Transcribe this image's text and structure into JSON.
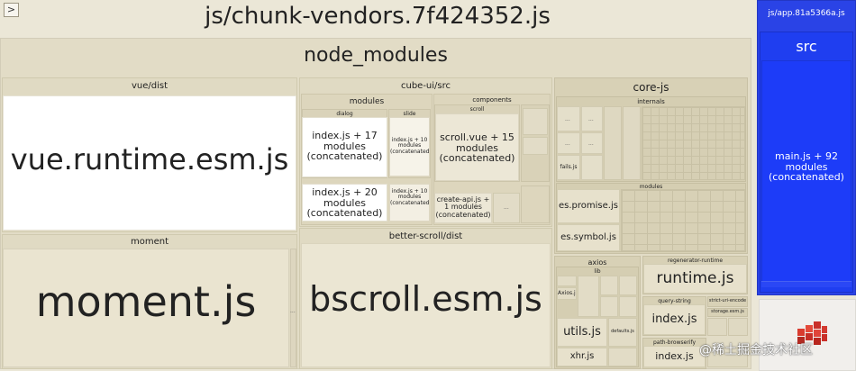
{
  "chunk_vendors": {
    "title": "js/chunk-vendors.7f424352.js",
    "expand_label": ">",
    "node_modules_label": "node_modules",
    "vue_dist": {
      "label": "vue/dist",
      "file": "vue.runtime.esm.js"
    },
    "moment_group": {
      "label": "moment",
      "file": "moment.js"
    },
    "cube_ui": {
      "label": "cube-ui/src",
      "modules_label": "modules",
      "dialog_label": "dialog",
      "slide_label": "slide",
      "dialog_index": "index.js + 17\nmodules\n(concatenated)",
      "slide_index": "index.js + 10\nmodules\n(concatenated)",
      "lower_index": "index.js + 20\nmodules\n(concatenated)",
      "lower_small_index": "index.js + 10\nmodules\n(concatenated)",
      "components_label": "components",
      "scroll_label": "scroll",
      "scroll_vue": "scroll.vue + 15\nmodules\n(concatenated)",
      "create_api": "create-api.js +\n1 modules\n(concatenated)"
    },
    "better_scroll": {
      "label": "better-scroll/dist",
      "file": "bscroll.esm.js"
    },
    "core_js": {
      "label": "core-js",
      "internals_label": "internals",
      "modules_label": "modules",
      "es_promise": "es.promise.js",
      "es_symbol": "es.symbol.js",
      "fails": "fails.js"
    },
    "axios": {
      "label": "axios",
      "lib_label": "lib",
      "axios_file": "Axios.js",
      "utils": "utils.js",
      "xhr": "xhr.js",
      "defaults": "defaults.js"
    },
    "regenerator": {
      "label": "regenerator-runtime",
      "file": "runtime.js"
    },
    "query_string": {
      "label": "query-string",
      "file": "index.js"
    },
    "path_browserify": {
      "label": "path-browserify",
      "file": "index.js"
    },
    "misc_small": {
      "strict_uri": "strict-uri-encode",
      "storage": "storage.esm.js"
    }
  },
  "app_chunk": {
    "title": "js/app.81a5366a.js",
    "src_label": "src",
    "main": "main.js + 92\nmodules\n(concatenated)"
  },
  "watermark": "@稀土掘金技术社区",
  "ellipsis": "..."
}
